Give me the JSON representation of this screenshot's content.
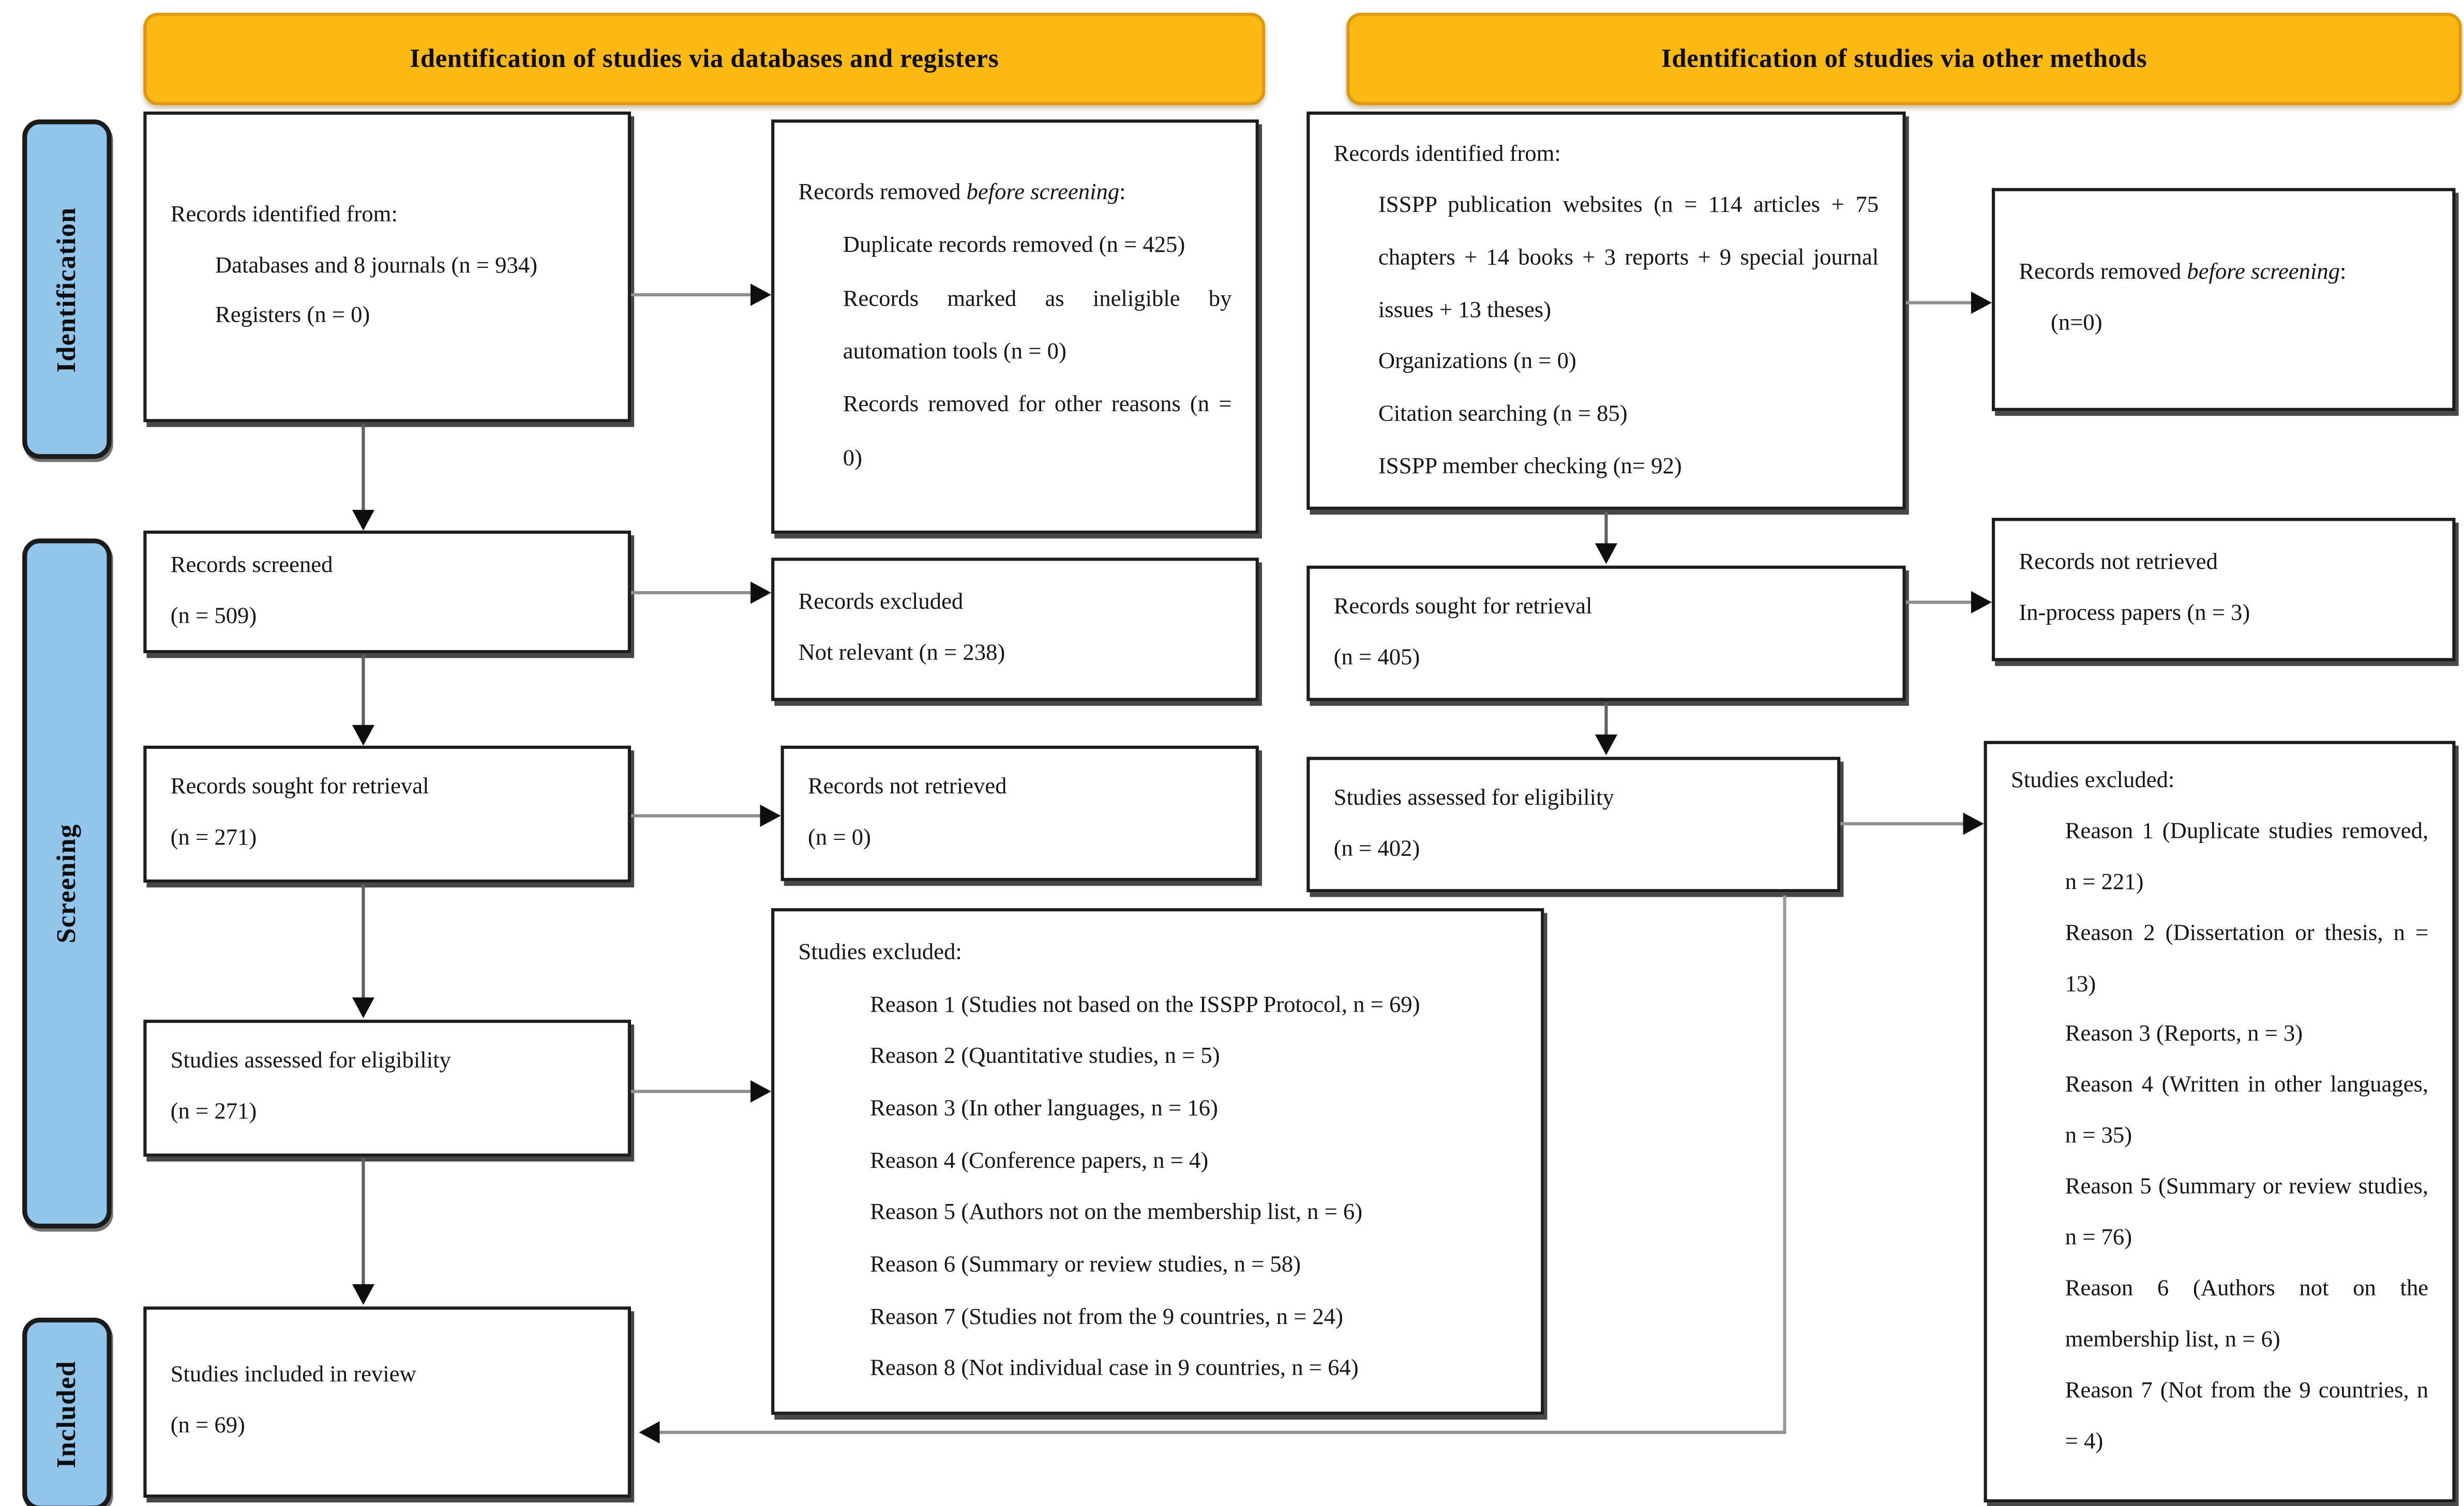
{
  "banners": {
    "left": "Identification of studies via databases  and registers",
    "right": "Identification of studies via other methods"
  },
  "sidebar": {
    "identification": "Identification",
    "screening": "Screening",
    "included": "Included"
  },
  "colors": {
    "banner_fill": "#FCB813",
    "banner_border": "#DD9A10",
    "stage_fill": "#92C5EA",
    "box_border": "#1C1C1C",
    "arrow_shaft": "#8F8F8F",
    "arrow_head": "#0E0E0E"
  },
  "boxes": {
    "db_identified": {
      "title": "Records identified from:",
      "items": [
        "Databases and 8 journals (n = 934)",
        "Registers (n = 0)"
      ]
    },
    "db_removed": {
      "title_prefix": "Records removed ",
      "title_italic": "before screening",
      "title_suffix": ":",
      "items": [
        "Duplicate records removed  (n = 425)",
        "Records marked as ineligible by automation tools (n = 0)",
        "Records removed for other reasons (n = 0)"
      ]
    },
    "other_identified": {
      "title": "Records identified from:",
      "items": [
        "ISSPP publication websites  (n = 114 articles + 75 chapters + 14 books + 3 reports + 9 special journal issues + 13 theses)",
        "Organizations (n = 0)",
        "Citation searching (n = 85)",
        "ISSPP member checking (n= 92)"
      ]
    },
    "other_removed": {
      "title_prefix": "Records removed ",
      "title_italic": "before screening",
      "title_suffix": ":",
      "count": "(n=0)"
    },
    "db_screened": {
      "line1": "Records screened",
      "line2": "(n = 509)"
    },
    "db_excluded": {
      "line1": "Records excluded",
      "line2": "Not relevant (n = 238)"
    },
    "other_sought": {
      "line1": "Records sought for retrieval",
      "line2": "(n = 405)"
    },
    "other_not_retrieved": {
      "line1": "Records not retrieved",
      "line2": "In-process papers (n = 3)"
    },
    "db_sought": {
      "line1": "Records sought for retrieval",
      "line2": "(n = 271)"
    },
    "db_not_retrieved": {
      "line1": "Records not retrieved",
      "line2": "(n = 0)"
    },
    "other_assessed": {
      "line1": "Studies assessed for eligibility",
      "line2": "(n = 402)"
    },
    "db_assessed": {
      "line1": "Studies assessed for eligibility",
      "line2": "(n = 271)"
    },
    "db_studies_excluded": {
      "title": "Studies excluded:",
      "reasons": [
        "Reason 1 (Studies not based on the ISSPP Protocol, n = 69)",
        "Reason 2 (Quantitative studies, n = 5)",
        "Reason 3 (In other languages, n = 16)",
        "Reason 4 (Conference papers, n = 4)",
        "Reason 5 (Authors not on the membership list, n = 6)",
        "Reason 6 (Summary or review studies, n = 58)",
        "Reason 7 (Studies not from the 9 countries, n = 24)",
        "Reason 8 (Not individual case in 9 countries, n = 64)"
      ]
    },
    "other_studies_excluded": {
      "title": "Studies excluded:",
      "reasons": [
        "Reason 1 (Duplicate studies removed, n = 221)",
        "Reason 2 (Dissertation or thesis, n = 13)",
        "Reason 3 (Reports, n = 3)",
        "Reason 4 (Written in other languages, n = 35)",
        "Reason 5 (Summary or review studies, n = 76)",
        "Reason 6 (Authors not on the membership list, n = 6)",
        "Reason 7 (Not from the 9 countries, n = 4)"
      ]
    },
    "included": {
      "line1": "Studies included in review",
      "line2": "(n = 69)"
    }
  }
}
